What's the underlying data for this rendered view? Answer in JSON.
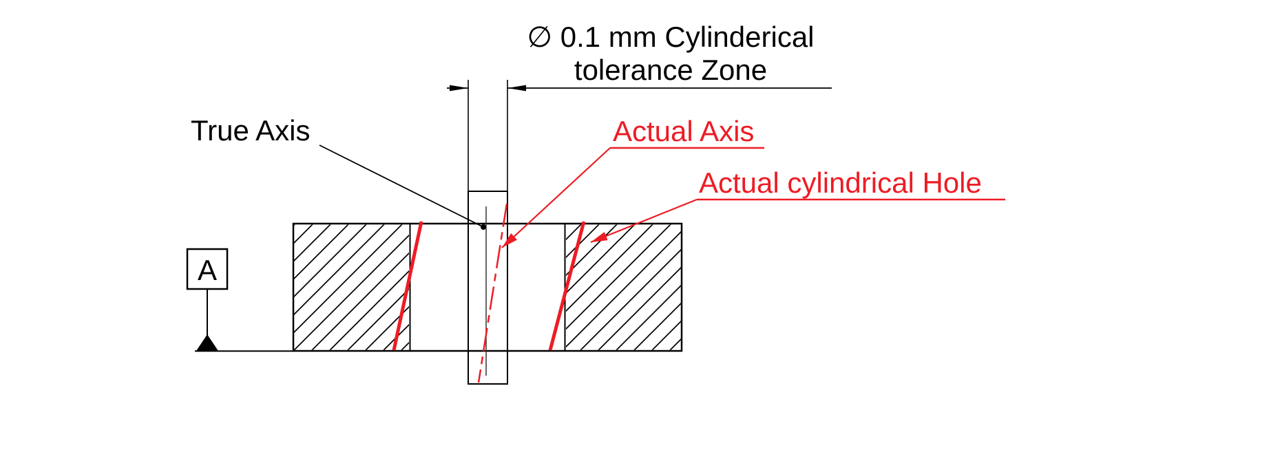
{
  "diagram": {
    "title_line1": "∅ 0.1 mm Cylinderical",
    "title_line2": "tolerance Zone",
    "true_axis_label": "True Axis",
    "actual_axis_label": "Actual Axis",
    "actual_hole_label": "Actual cylindrical Hole",
    "datum_label": "A"
  },
  "colors": {
    "line": "#000000",
    "highlight": "#ed1c24",
    "background": "#ffffff"
  }
}
